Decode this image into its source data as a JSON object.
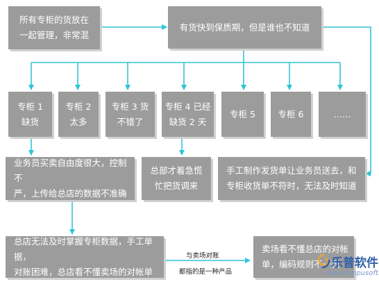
{
  "boxes": {
    "top_left": [
      "所有专柜的货放在",
      "一起管理，非常混"
    ],
    "top_right": [
      "有货快到保质期，但是谁也不知道"
    ],
    "counter1": [
      "专柜 1",
      "缺货"
    ],
    "counter2": [
      "专柜 2",
      "太多"
    ],
    "counter3": [
      "专柜 3 货",
      "不错了"
    ],
    "counter4": [
      "专柜 4 已经",
      "缺货 2 天"
    ],
    "counter5": [
      "专柜 5"
    ],
    "counter6": [
      "专柜 6"
    ],
    "counter_more": [
      "……"
    ],
    "salesman": [
      "业务员买卖自由度很大，控制不",
      "严，上传给总店的数据不准确"
    ],
    "hq_panic": [
      "总部才着急慌",
      "忙把货调来"
    ],
    "manual": [
      "手工制作发货单让业务员送去，和",
      "专柜收货单不符时，无法及时知道"
    ],
    "bottom_left": [
      "总店无法及时掌握专柜数据，手工单据，",
      "对账困难，总店看不懂卖场的对帐单"
    ],
    "bottom_right": [
      "卖场看不懂总店的对帐",
      "单，编码规则不一致"
    ]
  },
  "notes": {
    "line1": "与卖场对账",
    "line2": "都指的是一种产品"
  },
  "watermark": {
    "name": "乐普软件",
    "url": "www.lanpusoft.com"
  },
  "colors": {
    "box": "#9c9c9c",
    "arrow": "#2ec4d6",
    "text": "#ffffff"
  }
}
